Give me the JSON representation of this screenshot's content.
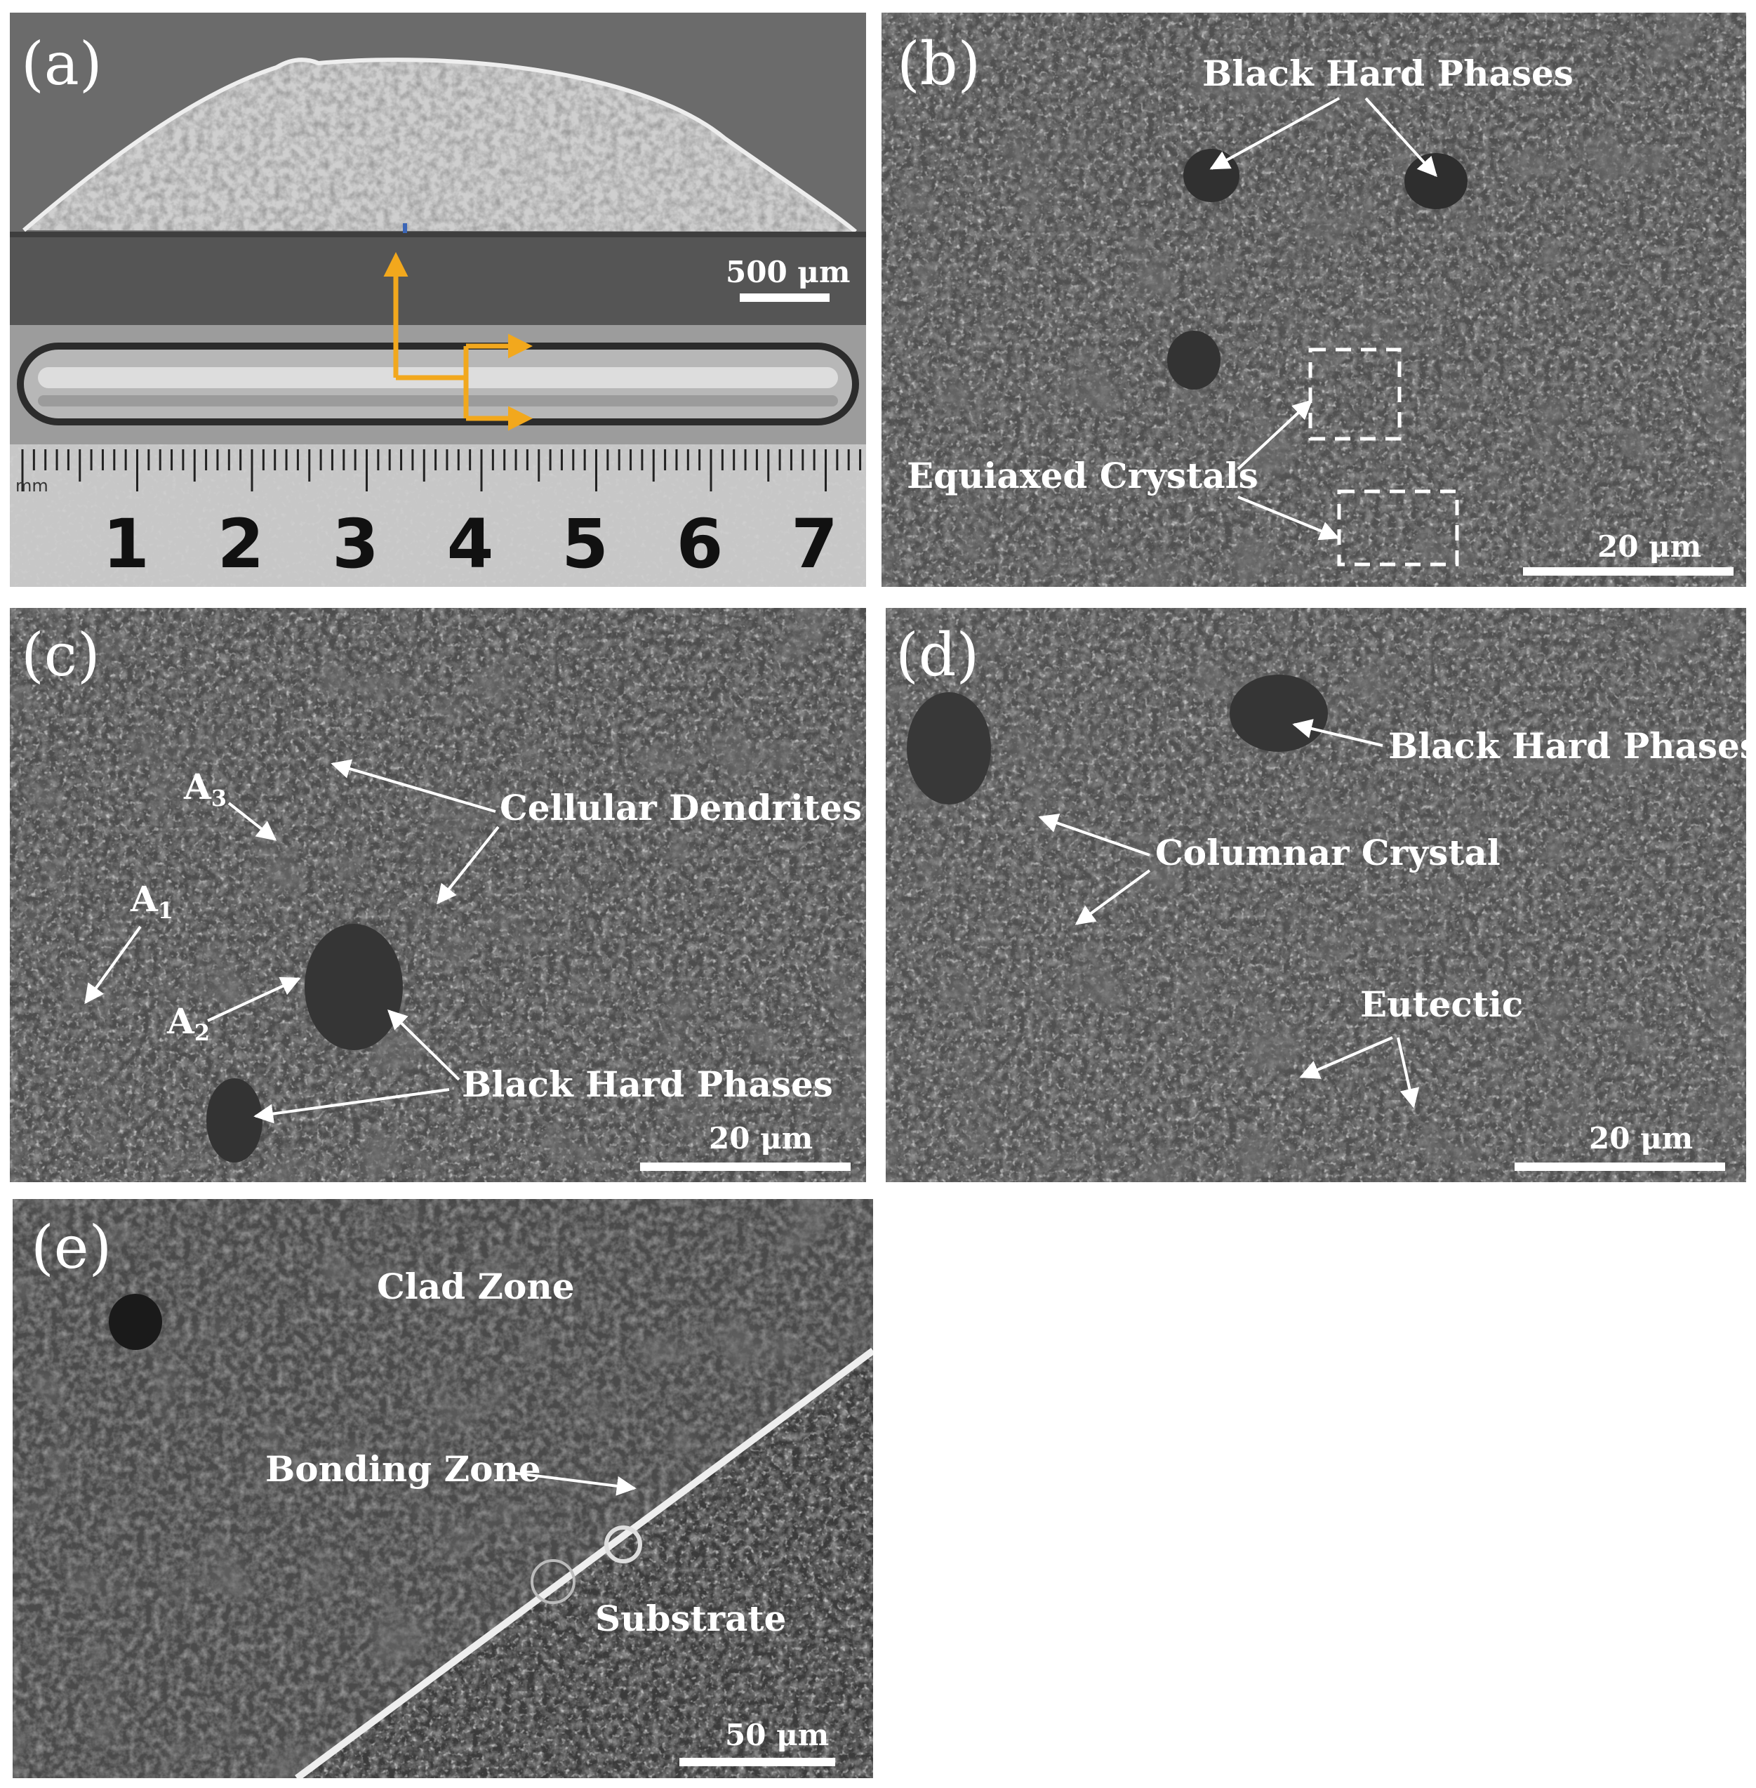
{
  "panels": {
    "a": {
      "label": "(a)",
      "scale_text": "500 μm",
      "ruler_unit": "mm",
      "ruler_numbers": [
        "1",
        "2",
        "3",
        "4",
        "5",
        "6",
        "7"
      ]
    },
    "b": {
      "label": "(b)",
      "scale_text": "20 μm",
      "annotations": {
        "black_hard_phases": "Black Hard Phases",
        "equiaxed_crystals": "Equiaxed Crystals"
      }
    },
    "c": {
      "label": "(c)",
      "scale_text": "20 μm",
      "annotations": {
        "cellular_dendrites": "Cellular Dendrites",
        "black_hard_phases": "Black Hard Phases",
        "a1": "A",
        "a1_sub": "1",
        "a2": "A",
        "a2_sub": "2",
        "a3": "A",
        "a3_sub": "3"
      }
    },
    "d": {
      "label": "(d)",
      "scale_text": "20 μm",
      "annotations": {
        "black_hard_phases": "Black Hard Phases",
        "columnar_crystal": "Columnar Crystal",
        "eutectic": "Eutectic"
      }
    },
    "e": {
      "label": "(e)",
      "scale_text": "50 μm",
      "annotations": {
        "clad_zone": "Clad Zone",
        "bonding_zone": "Bonding Zone",
        "substrate": "Substrate"
      }
    }
  },
  "colors": {
    "arrow_orange": "#f2a81d",
    "annotation": "#ffffff",
    "sem_gray": "#4a4a4a"
  }
}
